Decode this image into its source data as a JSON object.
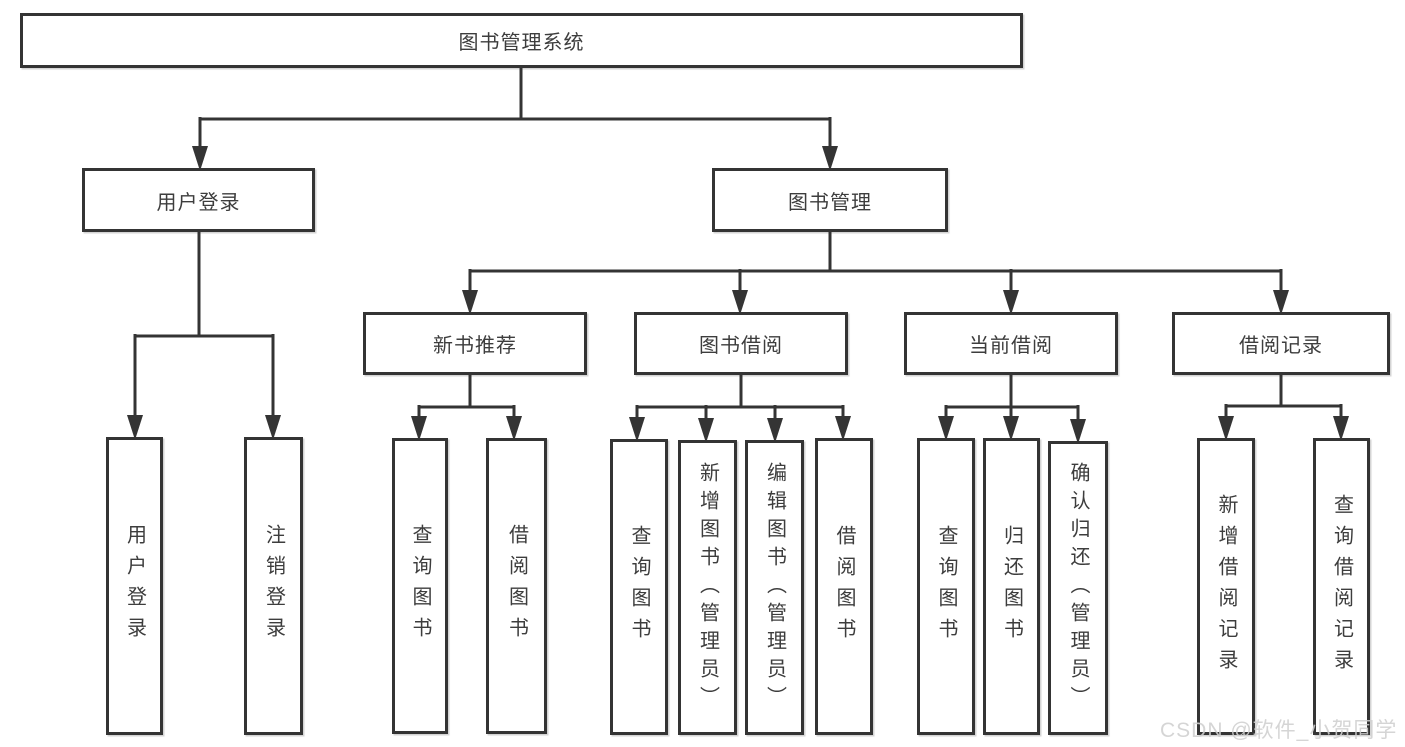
{
  "diagram": {
    "type": "tree",
    "root": {
      "label": "图书管理系统",
      "children": [
        {
          "label": "用户登录",
          "children": [
            {
              "label": "用户登录"
            },
            {
              "label": "注销登录"
            }
          ]
        },
        {
          "label": "图书管理",
          "children": [
            {
              "label": "新书推荐",
              "children": [
                {
                  "label": "查询图书"
                },
                {
                  "label": "借阅图书"
                }
              ]
            },
            {
              "label": "图书借阅",
              "children": [
                {
                  "label": "查询图书"
                },
                {
                  "label": "新增图书（管理员）"
                },
                {
                  "label": "编辑图书（管理员）"
                },
                {
                  "label": "借阅图书"
                }
              ]
            },
            {
              "label": "当前借阅",
              "children": [
                {
                  "label": "查询图书"
                },
                {
                  "label": "归还图书"
                },
                {
                  "label": "确认归还（管理员）"
                }
              ]
            },
            {
              "label": "借阅记录",
              "children": [
                {
                  "label": "新增借阅记录"
                },
                {
                  "label": "查询借阅记录"
                }
              ]
            }
          ]
        }
      ]
    }
  },
  "watermark": {
    "text": "CSDN @软件_小贺同学"
  },
  "colors": {
    "line": "#343434",
    "text": "#3d3d3d",
    "background": "#ffffff",
    "watermark": "#cfcfcf"
  }
}
